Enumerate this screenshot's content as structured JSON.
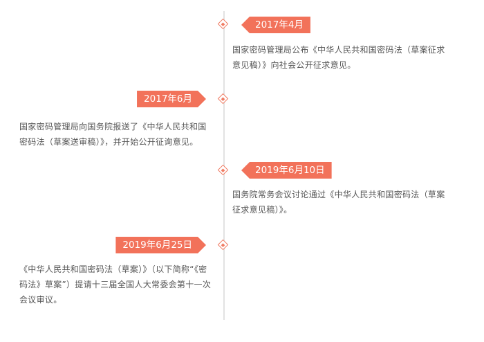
{
  "timeline": {
    "events": [
      {
        "date": "2017年4月",
        "text": "国家密码管理局公布《中华人民共和国密码法（草案征求意见稿）》向社会公开征求意见。"
      },
      {
        "date": "2017年6月",
        "text": "国家密码管理局向国务院报送了《中华人民共和国密码法（草案送审稿）》，并开始公开征询意见。"
      },
      {
        "date": "2019年6月10日",
        "text": "国务院常务会议讨论通过《中华人民共和国密码法（草案征求意见稿）》。"
      },
      {
        "date": "2019年6月25日",
        "text": "《中华人民共和国密码法（草案）》（以下简称“《密码法》草案”）提请十三届全国人大常委会第十一次会议审议。"
      }
    ]
  },
  "colors": {
    "accent": "#f2725a",
    "axis": "#e2e2e2",
    "text": "#555555"
  }
}
